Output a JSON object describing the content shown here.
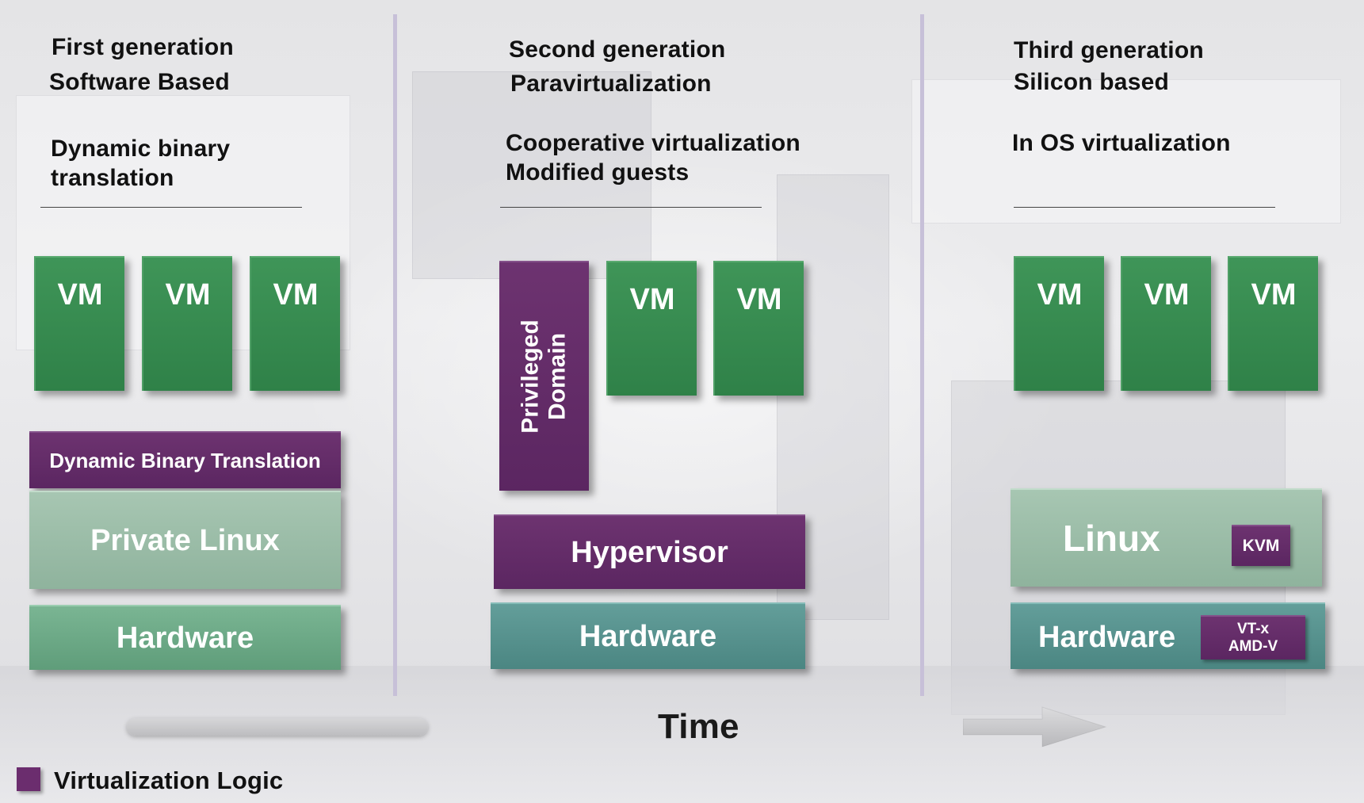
{
  "columns": [
    {
      "heading": [
        "First generation",
        "Software Based"
      ],
      "approach": [
        "Dynamic binary",
        "translation"
      ],
      "vms": [
        "VM",
        "VM",
        "VM"
      ],
      "layers": {
        "translation": "Dynamic Binary Translation",
        "os": "Private Linux",
        "hardware": "Hardware"
      }
    },
    {
      "heading": [
        "Second generation",
        "Paravirtualization"
      ],
      "approach": [
        "Cooperative virtualization",
        "Modified guests"
      ],
      "privileged": [
        "Privileged",
        "Domain"
      ],
      "vms": [
        "VM",
        "VM"
      ],
      "layers": {
        "hypervisor": "Hypervisor",
        "hardware": "Hardware"
      }
    },
    {
      "heading": [
        "Third generation",
        "Silicon based"
      ],
      "approach": [
        "In OS virtualization"
      ],
      "vms": [
        "VM",
        "VM",
        "VM"
      ],
      "layers": {
        "os": "Linux",
        "os_badge": "KVM",
        "hardware": "Hardware",
        "hw_badge": [
          "VT-x",
          "AMD-V"
        ]
      }
    }
  ],
  "timeline": {
    "label": "Time"
  },
  "legend": {
    "label": "Virtualization Logic",
    "color": "#6b2d6e"
  },
  "colors": {
    "vm": "#328549",
    "virtualization_logic": "#5e2864",
    "private_linux": "#98b9a4",
    "hardware_gen1": "#6aa886",
    "hardware_teal": "#54908c",
    "divider": "#c7c0d8"
  }
}
